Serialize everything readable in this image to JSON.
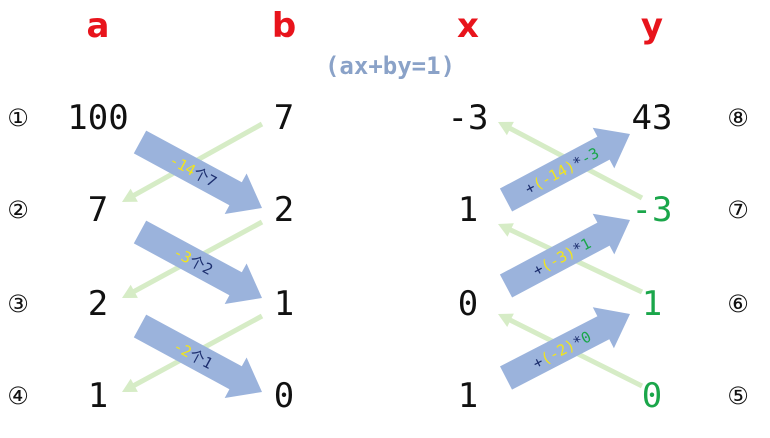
{
  "headers": {
    "a": "a",
    "b": "b",
    "x": "x",
    "y": "y"
  },
  "equation": "(ax+by=1)",
  "rows": [
    {
      "index": "①",
      "a": "100",
      "b": "7",
      "x": "-3",
      "y": "43",
      "y_index": "⑧"
    },
    {
      "index": "②",
      "a": "7",
      "b": "2",
      "x": "1",
      "y": "-3",
      "y_index": "⑦"
    },
    {
      "index": "③",
      "a": "2",
      "b": "1",
      "x": "0",
      "y": "1",
      "y_index": "⑥"
    },
    {
      "index": "④",
      "a": "1",
      "b": "0",
      "x": "1",
      "y": "0",
      "y_index": "⑤"
    }
  ],
  "left_arrows": [
    {
      "q": "-14",
      "sep": "个",
      "b": "7"
    },
    {
      "q": "-3",
      "sep": "个",
      "b": "2"
    },
    {
      "q": "-2",
      "sep": "个",
      "b": "1"
    }
  ],
  "right_arrows": [
    {
      "plus": "+",
      "q": "(-14)",
      "star": "*",
      "y": "-3"
    },
    {
      "plus": "+",
      "q": "(-3)",
      "star": "*",
      "y": "1"
    },
    {
      "plus": "+",
      "q": "(-2)",
      "star": "*",
      "y": "0"
    }
  ],
  "colors": {
    "header": "#e8141c",
    "equation": "#8aa2c8",
    "text": "#111111",
    "green": "#1aa64a",
    "arrow_blue": "#9bb3dc",
    "arrow_green": "#d6ecc6",
    "label_yellow": "#f2e51c",
    "label_navy": "#1d2f6f"
  }
}
